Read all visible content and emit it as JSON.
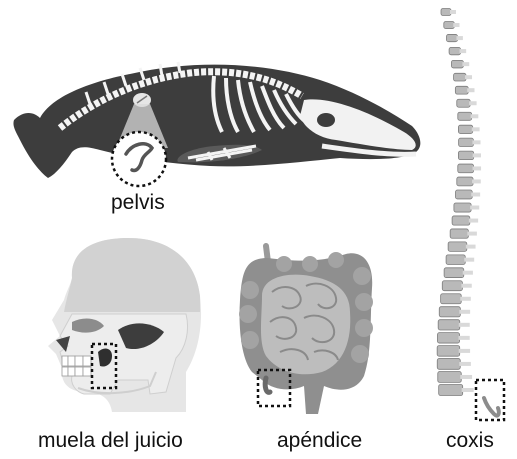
{
  "labels": {
    "pelvis": "pelvis",
    "wisdom_tooth": "muela del juicio",
    "appendix": "apéndice",
    "coccyx": "coxis"
  },
  "colors": {
    "dark": "#3f3f3f",
    "mid": "#7c7c7c",
    "light": "#b9b9b9",
    "pale": "#d9d9d9",
    "bone": "#f4f4f4"
  }
}
